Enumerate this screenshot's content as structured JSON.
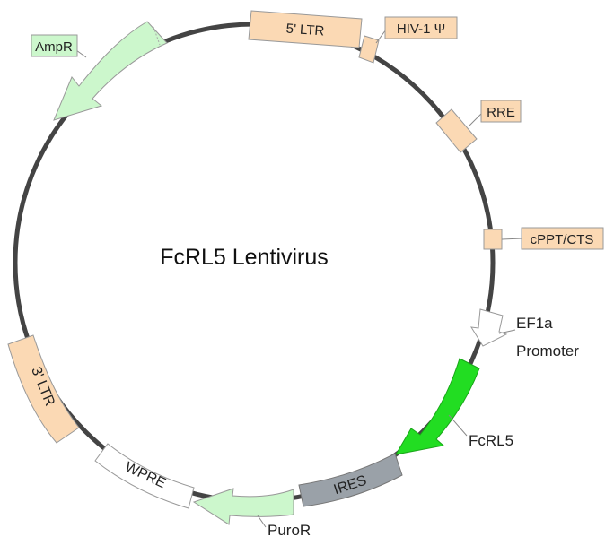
{
  "title": "FcRL5 Lentivirus",
  "colors": {
    "backbone": "#444444",
    "ltr": "#fbd9b4",
    "signal": "#fbd9b4",
    "resistance": "#ccf7cc",
    "promoter": "#ffffff",
    "gene": "#22dd22",
    "ires": "#9aa1a8",
    "wpre": "#ffffff",
    "outline": "#999999"
  },
  "features": {
    "ltr5": "5' LTR",
    "ltr3": "3' LTR",
    "ires": "IRES",
    "wpre": "WPRE"
  },
  "callouts": {
    "hiv": "HIV-1 Ψ",
    "rre": "RRE",
    "cppt": "cPPT/CTS",
    "ampr": "AmpR"
  },
  "outside": {
    "ef1a_line1": "EF1a",
    "ef1a_line2": "Promoter",
    "fcrl5": "FcRL5",
    "puror": "PuroR"
  }
}
